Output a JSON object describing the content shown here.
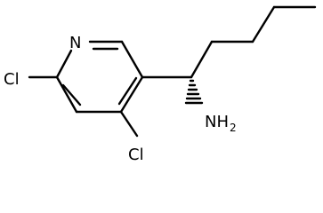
{
  "structure": {
    "atoms": {
      "ring_nitrogen": "N",
      "chlorine_left": "Cl",
      "chlorine_bottom": "Cl",
      "amine_main": "NH",
      "amine_sub": "2"
    },
    "stereo_bond": "hashed-wedge",
    "colors": {
      "ink": "#000000",
      "background": "#ffffff"
    }
  }
}
